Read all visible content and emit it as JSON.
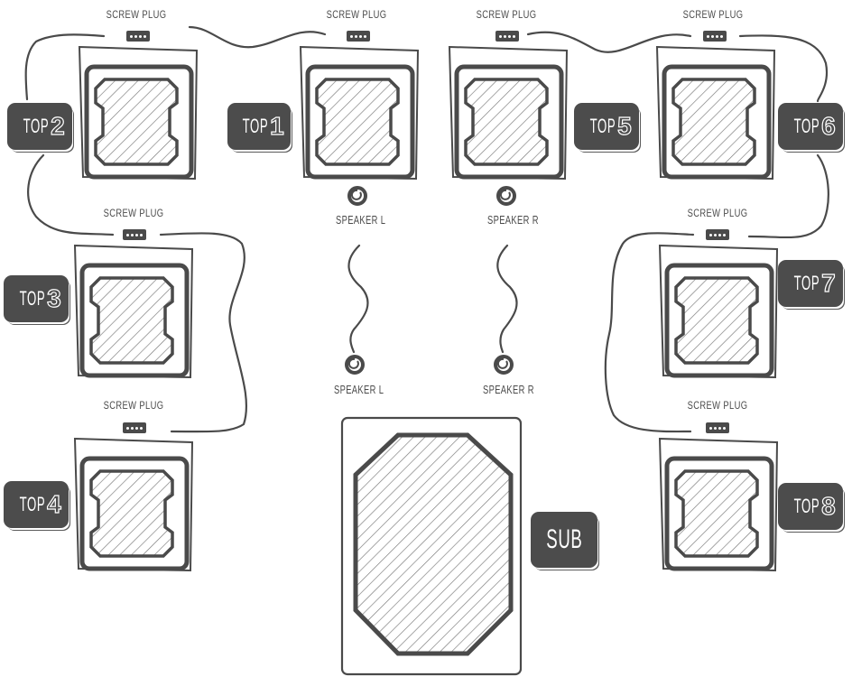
{
  "diagram": {
    "colors": {
      "ink": "#4a4a4a",
      "tag_bg": "#4c4c4c",
      "tag_text": "#ffffff",
      "background": "#ffffff"
    },
    "screw_plug_label": "SCREW PLUG",
    "tops": [
      {
        "id": "top2",
        "label": "TOP",
        "number": "2"
      },
      {
        "id": "top1",
        "label": "TOP",
        "number": "1"
      },
      {
        "id": "top5",
        "label": "TOP",
        "number": "5"
      },
      {
        "id": "top6",
        "label": "TOP",
        "number": "6"
      },
      {
        "id": "top3",
        "label": "TOP",
        "number": "3"
      },
      {
        "id": "top7",
        "label": "TOP",
        "number": "7"
      },
      {
        "id": "top4",
        "label": "TOP",
        "number": "4"
      },
      {
        "id": "top8",
        "label": "TOP",
        "number": "8"
      }
    ],
    "speaker_outputs": [
      {
        "label": "SPEAKER L",
        "icon": "speaker-jack-icon"
      },
      {
        "label": "SPEAKER R",
        "icon": "speaker-jack-icon"
      }
    ],
    "speaker_inputs": [
      {
        "label": "SPEAKER L",
        "icon": "speaker-jack-icon"
      },
      {
        "label": "SPEAKER R",
        "icon": "speaker-jack-icon"
      }
    ],
    "sub": {
      "label": "SUB"
    }
  }
}
